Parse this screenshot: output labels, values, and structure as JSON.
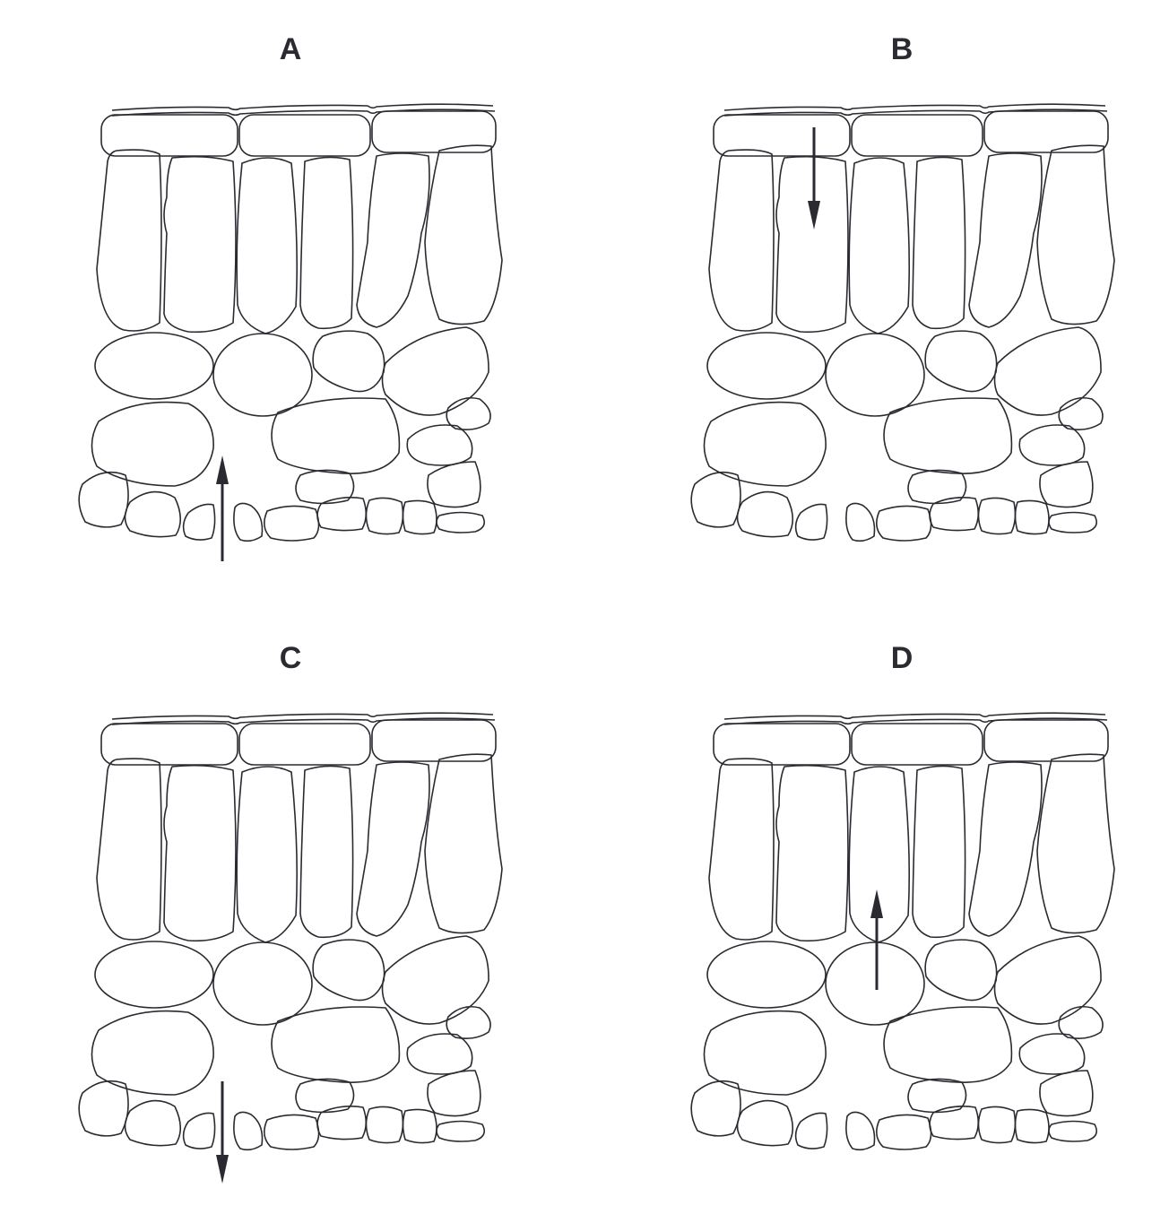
{
  "panels": [
    {
      "label": "A",
      "arrow": {
        "location": "stoma",
        "direction": "up"
      }
    },
    {
      "label": "B",
      "arrow": {
        "location": "palisade-layer",
        "direction": "down"
      }
    },
    {
      "label": "C",
      "arrow": {
        "location": "stoma",
        "direction": "down"
      }
    },
    {
      "label": "D",
      "arrow": {
        "location": "spongy-to-palisade",
        "direction": "up"
      }
    }
  ],
  "colors": {
    "stroke": "#2b2a30",
    "background": "#ffffff"
  }
}
